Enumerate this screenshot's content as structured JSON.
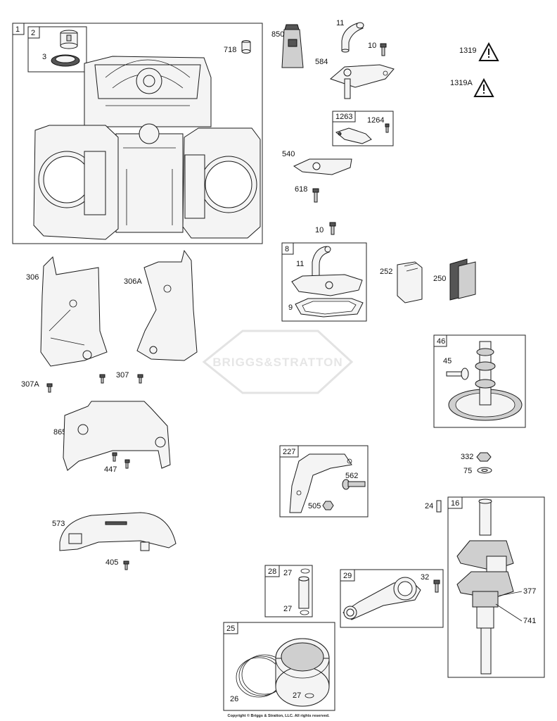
{
  "watermark": {
    "brand": "BRIGGS&STRATTON"
  },
  "copyright": "Copyright © Briggs & Stratton, LLC. All rights reserved.",
  "labels": {
    "l1": "1",
    "l2": "2",
    "l3": "3",
    "l718": "718",
    "l850": "850",
    "l11a": "11",
    "l10a": "10",
    "l584": "584",
    "l1319": "1319",
    "l1319A": "1319A",
    "l1263": "1263",
    "l1264": "1264",
    "l540": "540",
    "l618": "618",
    "l10b": "10",
    "l8": "8",
    "l11b": "11",
    "l9": "9",
    "l252": "252",
    "l250": "250",
    "l306": "306",
    "l306A": "306A",
    "l307": "307",
    "l307A": "307A",
    "l46": "46",
    "l45": "45",
    "l865": "865",
    "l447": "447",
    "l227": "227",
    "l562": "562",
    "l505": "505",
    "l332": "332",
    "l75": "75",
    "l24": "24",
    "l16": "16",
    "l573": "573",
    "l405": "405",
    "l28": "28",
    "l27a": "27",
    "l27b": "27",
    "l29": "29",
    "l32": "32",
    "l377": "377",
    "l741": "741",
    "l25": "25",
    "l26": "26",
    "l27c": "27"
  }
}
